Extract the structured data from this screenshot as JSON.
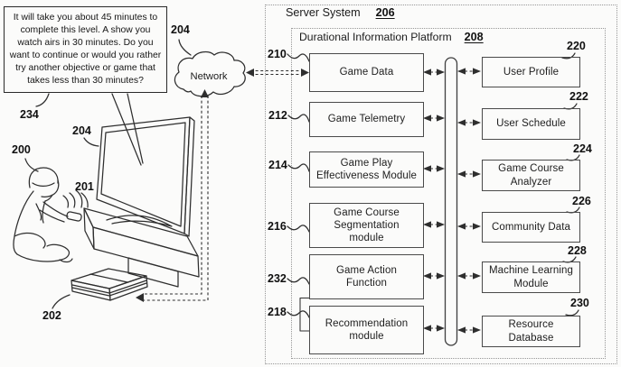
{
  "colors": {
    "ink": "#2e2e2e",
    "dotted_border": "#979797",
    "paper": "#fbfbfa"
  },
  "speech_bubble": {
    "ref": "234",
    "text": "It will take you about 45 minutes to\ncomplete this level.  A show you\nwatch airs in 30 minutes.  Do you\nwant to continue or would you rather\ntry another objective or game that\ntakes less than 30 minutes?"
  },
  "network": {
    "ref": "204",
    "label": "Network"
  },
  "scene": {
    "person_ref": "200",
    "controller_ref": "201",
    "console_ref": "202",
    "tv_ref": "204"
  },
  "server_system": {
    "title": "Server System",
    "ref": "206"
  },
  "platform": {
    "title": "Durational Information Platform",
    "ref": "208"
  },
  "left_modules": [
    {
      "ref": "210",
      "label": "Game Data"
    },
    {
      "ref": "212",
      "label": "Game Telemetry"
    },
    {
      "ref": "214",
      "label": "Game Play\nEffectiveness Module"
    },
    {
      "ref": "216",
      "label": "Game Course\nSegmentation\nmodule"
    },
    {
      "ref": "232",
      "label": "Game Action\nFunction"
    },
    {
      "ref": "218",
      "label": "Recommendation\nmodule"
    }
  ],
  "right_modules": [
    {
      "ref": "220",
      "label": "User Profile"
    },
    {
      "ref": "222",
      "label": "User Schedule"
    },
    {
      "ref": "224",
      "label": "Game Course\nAnalyzer"
    },
    {
      "ref": "226",
      "label": "Community Data"
    },
    {
      "ref": "228",
      "label": "Machine Learning\nModule"
    },
    {
      "ref": "230",
      "label": "Resource\nDatabase"
    }
  ]
}
